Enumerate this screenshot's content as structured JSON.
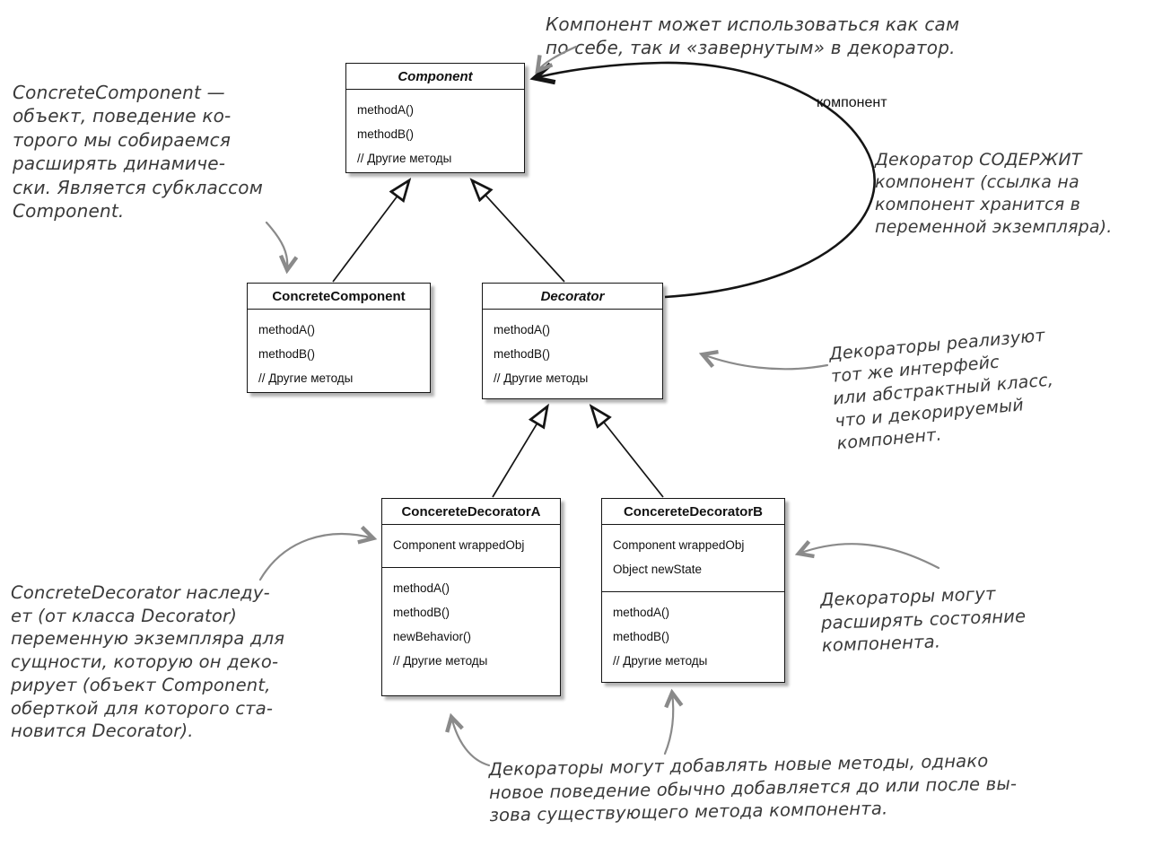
{
  "diagram": {
    "colors": {
      "ink": "#151515",
      "annotation_text": "#3a3a3a",
      "annotation_arrow": "#8a8a8a"
    },
    "classes": {
      "component": {
        "title": "Component",
        "methods": [
          "methodA()",
          "methodB()",
          "// Другие методы"
        ]
      },
      "concrete_component": {
        "title": "ConcreteComponent",
        "methods": [
          "methodA()",
          "methodB()",
          "// Другие методы"
        ]
      },
      "decorator": {
        "title": "Decorator",
        "methods": [
          "methodA()",
          "methodB()",
          "// Другие методы"
        ]
      },
      "concrete_decorator_a": {
        "title": "ConcereteDecoratorA",
        "fields": [
          "Component wrappedObj"
        ],
        "methods": [
          "methodA()",
          "methodB()",
          "newBehavior()",
          "// Другие методы"
        ]
      },
      "concrete_decorator_b": {
        "title": "ConcereteDecoratorB",
        "fields": [
          "Component wrappedObj",
          "Object newState"
        ],
        "methods": [
          "methodA()",
          "methodB()",
          "// Другие методы"
        ]
      }
    },
    "edge_label": "компонент",
    "annotations": {
      "top": "Компонент может использоваться как сам\nпо себе, так и «завернутым» в декоратор.",
      "left": "ConcreteComponent  —\nобъект, поведение ко-\nторого мы собираемся\nрасширять динамиче-\nски. Является субклассом\nComponent.",
      "contains": "Декоратор СОДЕРЖИТ\nкомпонент (ссылка на\nкомпонент хранится в\nпеременной экземпляра).",
      "same_interface": "Декораторы реализуют\nтот же интерфейс\nили абстрактный класс,\nчто и декорируемый\nкомпонент.",
      "inherits": "ConcreteDecorator наследу-\nет (от класса Decorator)\nпеременную экземпляра для\nсущности, которую он деко-\nрирует (объект Component,\nоберткой для которого ста-\nновится Decorator).",
      "state": "Декораторы могут\nрасширять состояние\nкомпонента.",
      "new_methods": "Декораторы могут добавлять новые методы, однако\nновое поведение обычно добавляется до или после вы-\nзова существующего метода компонента."
    }
  }
}
